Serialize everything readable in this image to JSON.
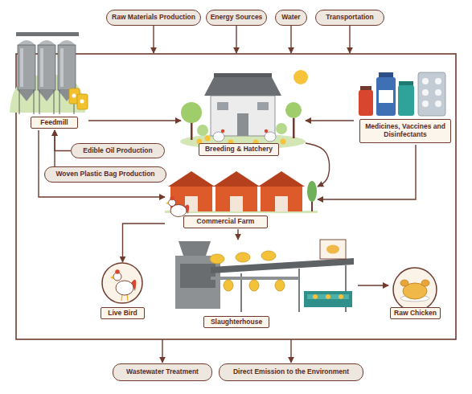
{
  "diagram": {
    "nodes": [
      {
        "text": [
          "Raw Materials Production"
        ]
      },
      {
        "text": [
          "Energy Sources"
        ]
      },
      {
        "text": [
          "Water"
        ]
      },
      {
        "text": [
          "Transportation"
        ]
      },
      {
        "text": [
          "Feedmill"
        ]
      },
      {
        "text": [
          "Breeding & Hatchery"
        ]
      },
      {
        "text": [
          "Medicines, Vaccines and Disinfectants"
        ]
      },
      {
        "text": [
          "Edible Oil Production"
        ]
      },
      {
        "text": [
          "Woven Plastic Bag Production"
        ]
      },
      {
        "text": [
          "Commercial Farm"
        ]
      },
      {
        "text": [
          "Live Bird"
        ]
      },
      {
        "text": [
          "Slaughterhouse"
        ]
      },
      {
        "text": [
          "Raw Chicken"
        ]
      },
      {
        "text": [
          "Wastewater Treatment"
        ]
      },
      {
        "text": [
          "Direct Emission to the Environment"
        ]
      }
    ],
    "edges": [
      {
        "from": 4,
        "to": 5,
        "arrow": "to"
      },
      {
        "from": 4,
        "to": 9,
        "arrow": "to"
      },
      {
        "from": 7,
        "to": 4,
        "arrow": "to"
      },
      {
        "from": 8,
        "to": 4,
        "arrow": "to"
      },
      {
        "from": 6,
        "to": 5,
        "arrow": "to"
      },
      {
        "from": 6,
        "to": 9,
        "arrow": "to"
      },
      {
        "from": 5,
        "to": 9,
        "arrow": "to"
      },
      {
        "from": 9,
        "to": 10,
        "arrow": "to"
      },
      {
        "from": 9,
        "to": 11,
        "arrow": "to"
      },
      {
        "from": 11,
        "to": 12,
        "arrow": "to"
      }
    ]
  }
}
